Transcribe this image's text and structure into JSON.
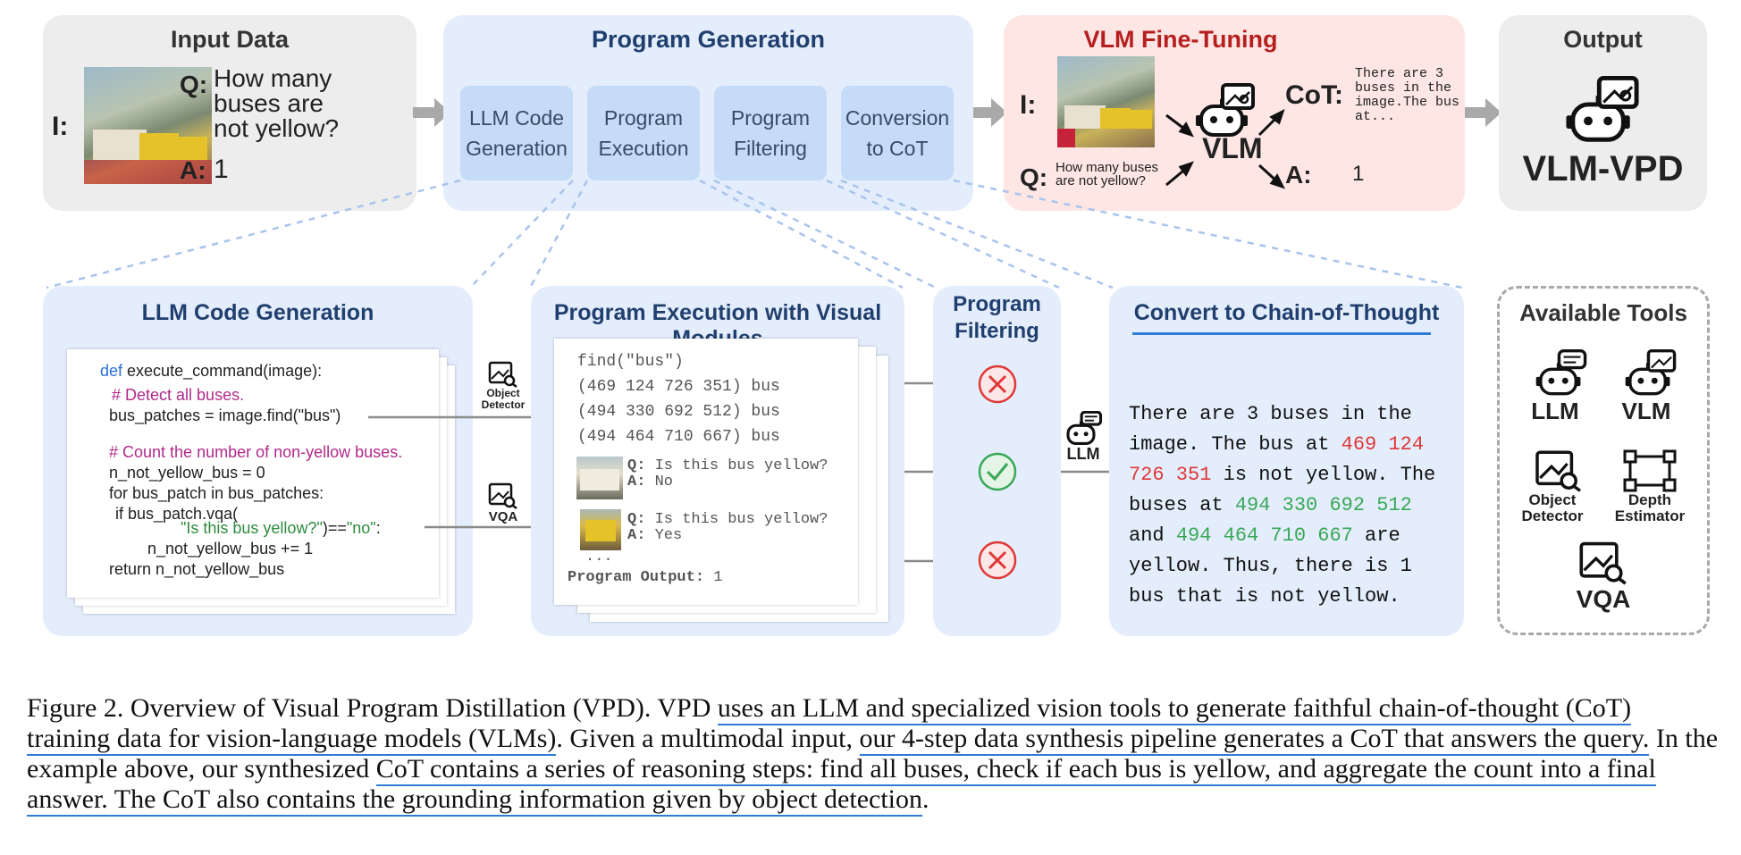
{
  "input_data": {
    "title": "Input Data",
    "i_label": "I:",
    "q_label": "Q:",
    "q_text": "How many buses are not yellow?",
    "a_label": "A:",
    "a_text": "1"
  },
  "program_generation": {
    "title": "Program Generation",
    "steps": [
      "LLM Code\nGeneration",
      "Program\nExecution",
      "Program\nFiltering",
      "Conversion\nto CoT"
    ]
  },
  "vlm_finetuning": {
    "title": "VLM Fine-Tuning",
    "i_label": "I:",
    "q_label": "Q:",
    "q_text": "How many buses are not yellow?",
    "vlm_label": "VLM",
    "cot_label": "CoT:",
    "cot_text": "There are 3 buses in the image.The bus at...",
    "a_label": "A:",
    "a_text": "1"
  },
  "output": {
    "title": "Output",
    "model_name": "VLM-VPD"
  },
  "llm_code_generation": {
    "title": "LLM Code Generation",
    "code": {
      "line1_kw": "def",
      "line1_rest": " execute_command(image):",
      "line2": " # Detect all buses.",
      "line3": "bus_patches = image.find(\"bus\")",
      "line4": "# Count the number of non-yellow buses.",
      "line5": "n_not_yellow_bus = 0",
      "line6": "for bus_patch in bus_patches:",
      "line7": " if bus_patch.vqa(",
      "line8_str": "\"Is this bus yellow?\"",
      "line8_mid": ")==",
      "line8_str2": "\"no\"",
      "line8_end": ":",
      "line9": "n_not_yellow_bus += 1",
      "line10": "return n_not_yellow_bus"
    },
    "object_detector_label": "Object\nDetector",
    "vqa_label": "VQA"
  },
  "program_execution": {
    "title": "Program Execution with Visual Modules",
    "find_call": "find(\"bus\")",
    "boxes": [
      "(469 124 726 351) bus",
      "(494 330 692 512) bus",
      "(494 464 710 667) bus"
    ],
    "vqa1_q": "Q:",
    "vqa1_q_text": " Is this bus yellow?",
    "vqa1_a": "A:",
    "vqa1_a_text": " No",
    "vqa2_q": "Q:",
    "vqa2_q_text": " Is this bus yellow?",
    "vqa2_a": "A:",
    "vqa2_a_text": " Yes",
    "ellipsis": "...",
    "output_label": "Program Output:",
    "output_value": " 1"
  },
  "program_filtering": {
    "title": "Program\nFiltering"
  },
  "convert_cot": {
    "title": "Convert to Chain-of-Thought",
    "llm_label": "LLM",
    "text_1": "There are 3 buses in the",
    "text_2a": "image. The bus at ",
    "text_2b": "469 124",
    "text_3a": "726 351",
    "text_3b": " is not yellow. The",
    "text_4a": "buses at ",
    "text_4b": "494 330 692 512",
    "text_5a": "and ",
    "text_5b": "494 464 710 667",
    "text_5c": " are",
    "text_6": "yellow. Thus, there is 1",
    "text_7": "bus that is not yellow."
  },
  "available_tools": {
    "title": "Available Tools",
    "tools": [
      "LLM",
      "VLM",
      "Object\nDetector",
      "Depth\nEstimator",
      "VQA"
    ]
  },
  "caption": {
    "p1": "Figure 2. Overview of Visual Program Distillation (VPD). VPD ",
    "u1": "uses an LLM and specialized vision tools to generate faithful chain-of-thought (CoT) training data for vision-language models (VLMs)",
    "p2": ". Given a multimodal input, ",
    "u2": "our 4-step data synthesis pipeline generates a CoT that answers the query.",
    "p3": " In the example above, our synthesized ",
    "u3": "CoT contains a series of reasoning steps: find all buses, check if each bus is yellow, and aggregate the count into a final answer. The CoT also contains the grounding information given by object detection",
    "p4": "."
  },
  "colors": {
    "gray_panel": "#ededed",
    "blue_panel": "#e3edfb",
    "pink_panel": "#fde6e3",
    "step_box": "#c5dbf7",
    "title_blue": "#213f6e",
    "title_red": "#b51f1f",
    "reject_red": "#e03838",
    "accept_green": "#3aa858",
    "underline_blue": "#2f7bd6"
  }
}
